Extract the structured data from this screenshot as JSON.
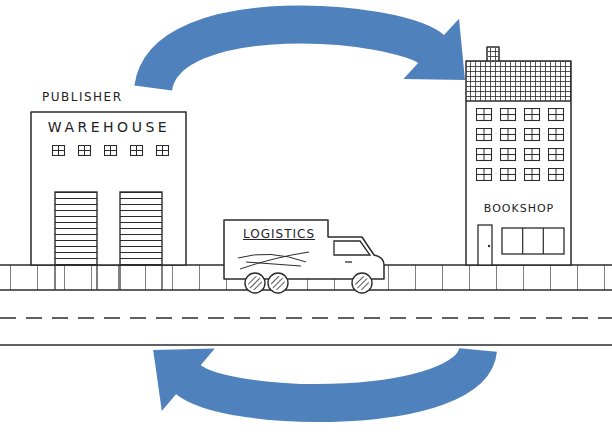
{
  "diagram": {
    "nodes": [
      {
        "text": [
          "PUBLISHER",
          "WAREHOUSE"
        ]
      },
      {
        "text": [
          "LOGISTICS"
        ]
      },
      {
        "text": [
          "BOOKSHOP"
        ]
      }
    ],
    "edges": [
      {
        "from": 0,
        "to": 2,
        "arrow": "to"
      },
      {
        "from": 2,
        "to": 0,
        "arrow": "to"
      }
    ]
  }
}
